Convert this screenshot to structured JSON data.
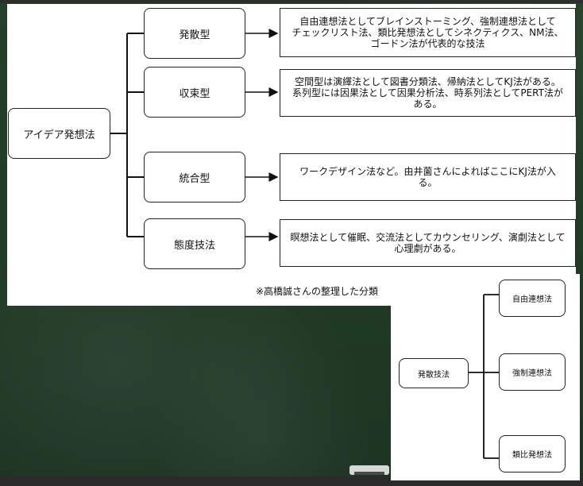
{
  "main_diagram": {
    "root": "アイデア発想法",
    "branches": [
      {
        "label": "発散型",
        "description": "自由連想法としてブレインストーミング、強制連想法として\nチェックリスト法、類比発想法としてシネクティクス、NM法、\nゴードン法が代表的な技法"
      },
      {
        "label": "収束型",
        "description": "空間型は演繹法として図書分類法、帰納法としてKJ法がある。\n系列型には因果法として因果分析法、時系列法としてPERT法が\nある。"
      },
      {
        "label": "統合型",
        "description": "ワークデザイン法など。由井薗さんによればここにKJ法が入\nる。"
      },
      {
        "label": "態度技法",
        "description": "瞑想法として催眠、交流法としてカウンセリング、演劇法として\n心理劇がある。"
      }
    ],
    "caption": "※高橋誠さんの整理した分類"
  },
  "sub_diagram": {
    "root": "発散技法",
    "branches": [
      "自由連想法",
      "強制連想法",
      "類比発想法"
    ]
  }
}
